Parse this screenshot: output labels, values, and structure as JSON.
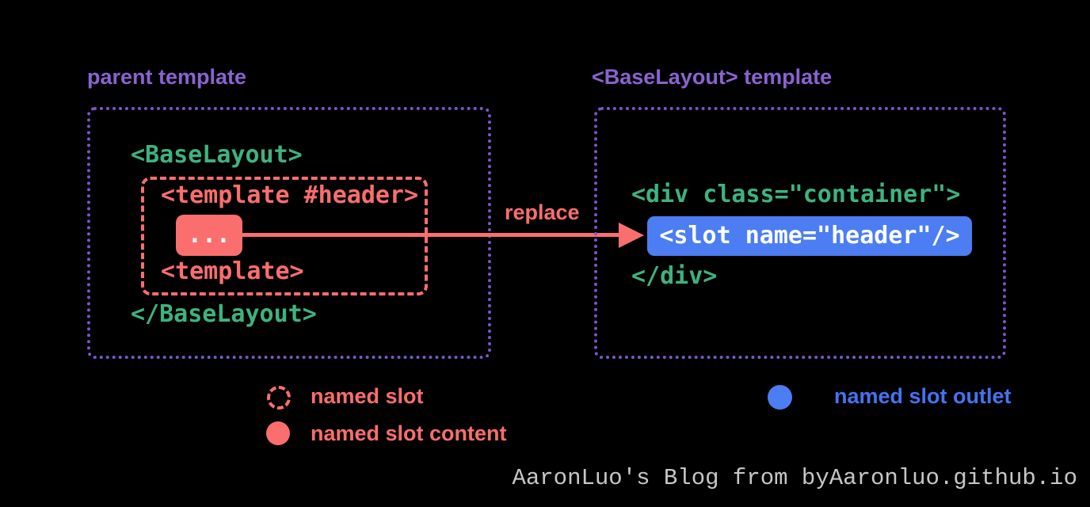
{
  "colors": {
    "bg": "#000000",
    "purple": "#8a63d2",
    "purple_border": "#7b57cb",
    "green": "#3fb27f",
    "salmon": "#fb6e6e",
    "blue": "#4c7df2",
    "blue_text": "#4573f0",
    "gray": "#c7c7c7"
  },
  "left_panel": {
    "title": "parent template",
    "code": {
      "open_tag": "<BaseLayout>",
      "template_open": "<template #header>",
      "slot_content": "...",
      "template_close": "<template>",
      "close_tag": "</BaseLayout>"
    }
  },
  "right_panel": {
    "title": "<BaseLayout> template",
    "code": {
      "div_open": "<div class=\"container\">",
      "slot_outlet": "<slot name=\"header\"/>",
      "div_close": "</div>"
    }
  },
  "arrow": {
    "label": "replace"
  },
  "legend": {
    "named_slot": "named slot",
    "named_slot_content": "named slot content",
    "named_slot_outlet": "named slot outlet"
  },
  "attribution": "AaronLuo's Blog from byAaronluo.github.io"
}
